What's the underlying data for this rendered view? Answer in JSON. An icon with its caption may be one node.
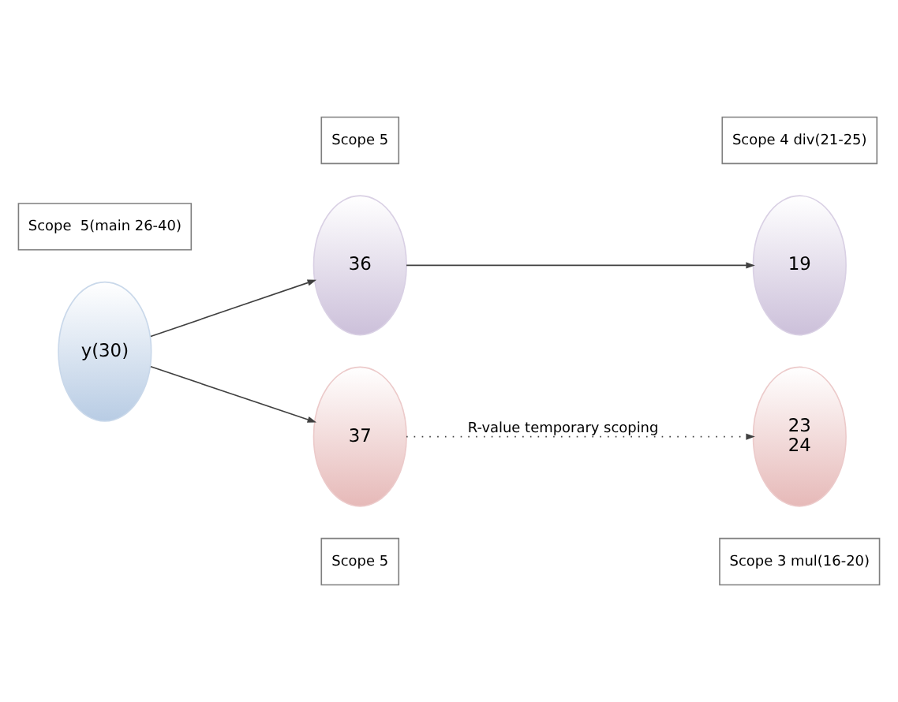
{
  "diagram": {
    "nodes": [
      {
        "text": [
          "Scope 3 mul(16-20)"
        ]
      },
      {
        "text": [
          "Scope 5"
        ]
      },
      {
        "text": [
          "19"
        ]
      },
      {
        "text": [
          "36"
        ]
      },
      {
        "text": [
          "Scope  5(main 26-40)"
        ]
      },
      {
        "text": [
          "y(30)"
        ]
      },
      {
        "text": [
          "Scope 5"
        ]
      },
      {
        "text": [
          "Scope 4 div(21-25)"
        ]
      },
      {
        "text": [
          "23",
          "24"
        ]
      },
      {
        "text": [
          "37"
        ]
      }
    ],
    "edges": [
      {
        "from": 5,
        "to": 3,
        "arrow": "to"
      },
      {
        "from": 3,
        "to": 2,
        "arrow": "to"
      },
      {
        "from": 5,
        "to": 9,
        "arrow": "to"
      },
      {
        "from": 9,
        "to": 8,
        "arrow": "to",
        "label": "R-value temporary scoping",
        "style": "dashed"
      }
    ]
  }
}
